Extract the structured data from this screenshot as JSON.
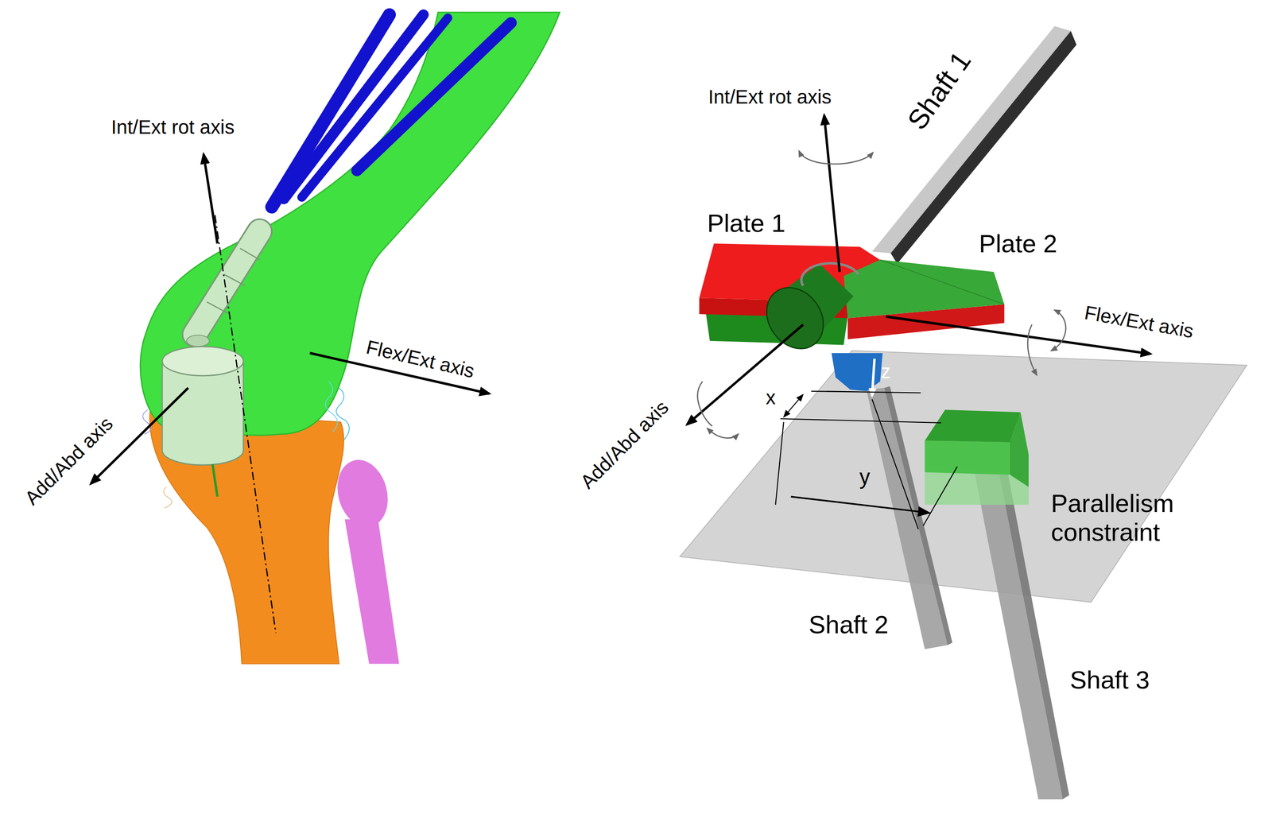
{
  "diagram": {
    "labels": [
      "Int/Ext rot axis",
      "Flex/Ext axis",
      "Add/Abd axis",
      "Int/Ext rot axis",
      "Shaft 1",
      "Plate 1",
      "Plate 2",
      "Flex/Ext axis",
      "z",
      "x",
      "Add/Abd axis",
      "y",
      "Parallelism constraint",
      "Shaft 2",
      "Shaft 3"
    ]
  }
}
